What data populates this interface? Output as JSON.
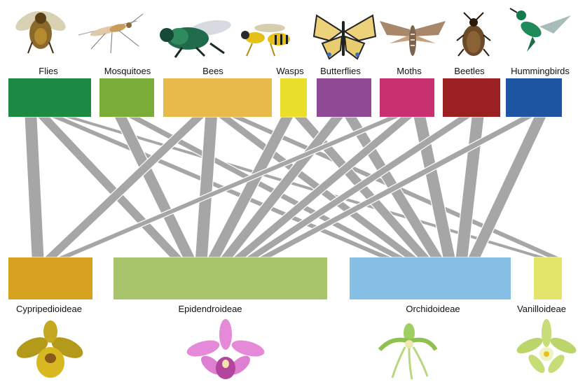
{
  "pollinators": [
    {
      "label": "Flies",
      "color": "#1d8a43",
      "icon": "fly-icon"
    },
    {
      "label": "Mosquitoes",
      "color": "#7aad37",
      "icon": "mosquito-icon"
    },
    {
      "label": "Bees",
      "color": "#e8b94b",
      "icon": "bee-icon"
    },
    {
      "label": "Wasps",
      "color": "#e9de2a",
      "icon": "wasp-icon"
    },
    {
      "label": "Butterflies",
      "color": "#8f4a95",
      "icon": "butterfly-icon"
    },
    {
      "label": "Moths",
      "color": "#c9306f",
      "icon": "moth-icon"
    },
    {
      "label": "Beetles",
      "color": "#9a2022",
      "icon": "beetle-icon"
    },
    {
      "label": "Hummingbirds",
      "color": "#1e55a3",
      "icon": "hummingbird-icon"
    }
  ],
  "subfamilies": [
    {
      "label": "Cypripedioideae",
      "color": "#d7a21f",
      "icon": "cypripedioideae-orchid-icon"
    },
    {
      "label": "Epidendroideae",
      "color": "#a9c56b",
      "icon": "epidendroideae-orchid-icon"
    },
    {
      "label": "Orchidoideae",
      "color": "#85bfe5",
      "icon": "orchidoideae-orchid-icon"
    },
    {
      "label": "Vanilloideae",
      "color": "#e3e46a",
      "icon": "vanilloideae-orchid-icon"
    }
  ],
  "link_color": "#a6a6a6",
  "links": [
    {
      "from": "Flies",
      "to": "Cypripedioideae"
    },
    {
      "from": "Flies",
      "to": "Epidendroideae"
    },
    {
      "from": "Flies",
      "to": "Orchidoideae"
    },
    {
      "from": "Flies",
      "to": "Vanilloideae"
    },
    {
      "from": "Mosquitoes",
      "to": "Epidendroideae"
    },
    {
      "from": "Mosquitoes",
      "to": "Orchidoideae"
    },
    {
      "from": "Bees",
      "to": "Cypripedioideae"
    },
    {
      "from": "Bees",
      "to": "Epidendroideae"
    },
    {
      "from": "Bees",
      "to": "Orchidoideae"
    },
    {
      "from": "Bees",
      "to": "Vanilloideae"
    },
    {
      "from": "Wasps",
      "to": "Epidendroideae"
    },
    {
      "from": "Wasps",
      "to": "Orchidoideae"
    },
    {
      "from": "Butterflies",
      "to": "Epidendroideae"
    },
    {
      "from": "Butterflies",
      "to": "Orchidoideae"
    },
    {
      "from": "Moths",
      "to": "Cypripedioideae"
    },
    {
      "from": "Moths",
      "to": "Epidendroideae"
    },
    {
      "from": "Moths",
      "to": "Orchidoideae"
    },
    {
      "from": "Beetles",
      "to": "Epidendroideae"
    },
    {
      "from": "Beetles",
      "to": "Orchidoideae"
    },
    {
      "from": "Hummingbirds",
      "to": "Epidendroideae"
    },
    {
      "from": "Hummingbirds",
      "to": "Orchidoideae"
    }
  ]
}
